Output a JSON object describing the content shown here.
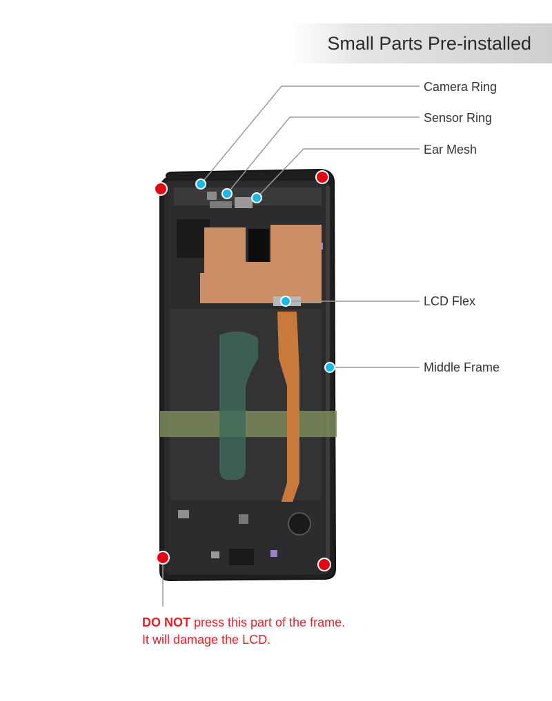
{
  "header": {
    "title": "Small Parts Pre-installed"
  },
  "callouts": [
    {
      "label": "Camera Ring"
    },
    {
      "label": "Sensor Ring"
    },
    {
      "label": "Ear Mesh"
    },
    {
      "label": "LCD Flex"
    },
    {
      "label": "Middle Frame"
    }
  ],
  "warning": {
    "emphasis": "DO NOT",
    "line1_rest": " press this part of the frame.",
    "line2": "It will damage the LCD."
  },
  "colors": {
    "warning_red": "#e8202b",
    "marker_red": "#e30613",
    "marker_cyan": "#1ab8e6",
    "leader_line": "#9a9a9a",
    "frame": "#232323"
  }
}
